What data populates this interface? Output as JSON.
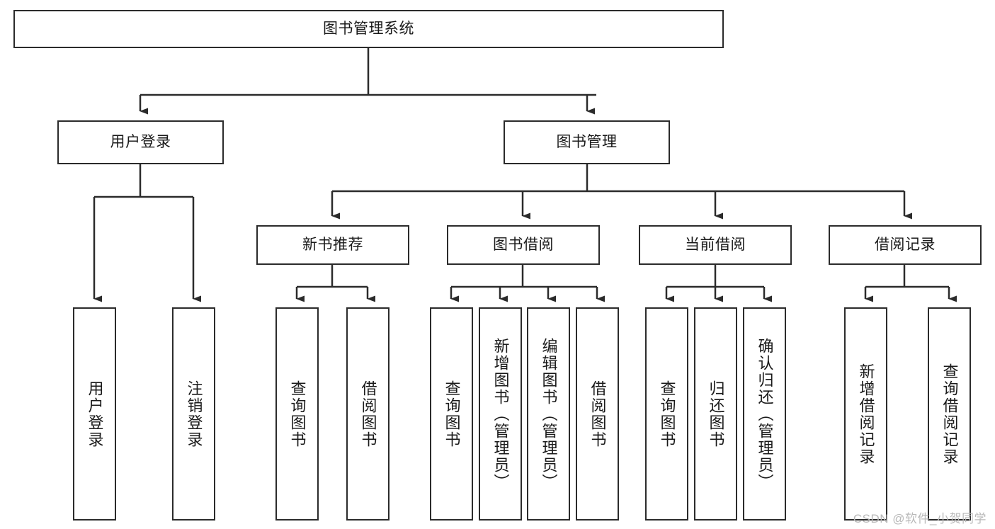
{
  "diagram": {
    "title": "图书管理系统",
    "type": "tree-hierarchy-diagram",
    "root": {
      "label": "图书管理系统"
    },
    "level1": [
      {
        "label": "用户登录"
      },
      {
        "label": "图书管理"
      }
    ],
    "level2": [
      {
        "label": "新书推荐"
      },
      {
        "label": "图书借阅"
      },
      {
        "label": "当前借阅"
      },
      {
        "label": "借阅记录"
      }
    ],
    "leaves": {
      "user_login": [
        {
          "label": "用户登录"
        },
        {
          "label": "注销登录"
        }
      ],
      "new_book_recommend": [
        {
          "label": "查询图书"
        },
        {
          "label": "借阅图书"
        }
      ],
      "book_borrow": [
        {
          "label": "查询图书"
        },
        {
          "label": "新增图书（管理员）"
        },
        {
          "label": "编辑图书（管理员）"
        },
        {
          "label": "借阅图书"
        }
      ],
      "current_borrow": [
        {
          "label": "查询图书"
        },
        {
          "label": "归还图书"
        },
        {
          "label": "确认归还（管理员）"
        }
      ],
      "borrow_record": [
        {
          "label": "新增借阅记录"
        },
        {
          "label": "查询借阅记录"
        }
      ]
    }
  },
  "watermark": {
    "text": "CSDN @软件_小贺同学"
  },
  "colors": {
    "box_border": "#2b2b2b",
    "box_fill": "#ffffff",
    "text": "#1a1a1a",
    "edge": "#2b2b2b",
    "watermark": "#b9b9b9",
    "background": "#ffffff"
  }
}
